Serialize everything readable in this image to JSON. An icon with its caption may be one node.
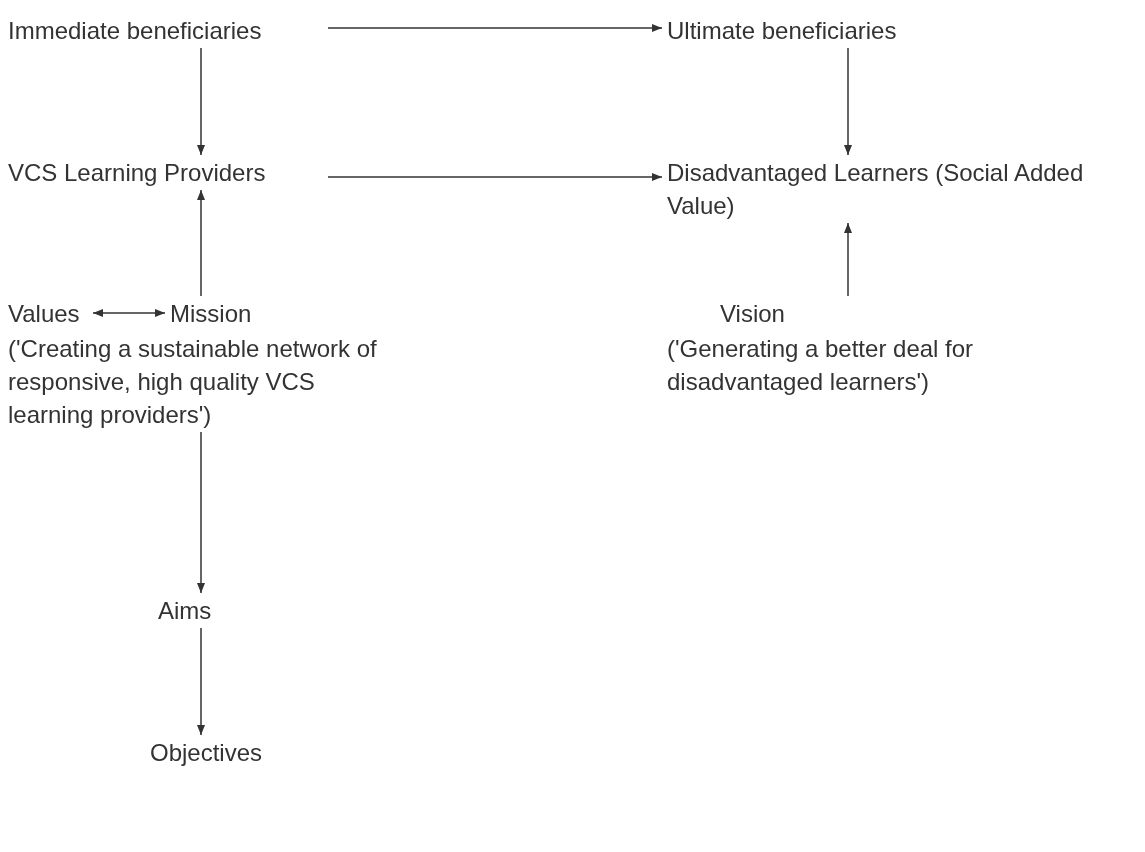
{
  "diagram": {
    "nodes": [
      {
        "text": [
          "Immediate beneficiaries"
        ]
      },
      {
        "text": [
          "Ultimate beneficiaries"
        ]
      },
      {
        "text": [
          "VCS Learning Providers"
        ]
      },
      {
        "text": [
          "Disadvantaged Learners (Social Added Value)"
        ]
      },
      {
        "text": [
          "Values"
        ]
      },
      {
        "text": [
          "Mission"
        ]
      },
      {
        "text": [
          "('Creating a sustainable network of responsive, high quality VCS learning providers')"
        ]
      },
      {
        "text": [
          "Vision"
        ],
        "beside": [
          "('Generating a better deal for disadvantaged learners')"
        ]
      },
      {
        "text": [
          "Aims"
        ]
      },
      {
        "text": [
          "Objectives"
        ]
      }
    ],
    "edges": [
      {
        "from": 0,
        "to": 1,
        "arrow": "to"
      },
      {
        "from": 0,
        "to": 2,
        "arrow": "to"
      },
      {
        "from": 1,
        "to": 3,
        "arrow": "to"
      },
      {
        "from": 2,
        "to": 3,
        "arrow": "to"
      },
      {
        "from": 5,
        "to": 2,
        "arrow": "to"
      },
      {
        "from": 4,
        "to": 5,
        "arrow": "both"
      },
      {
        "from": 7,
        "to": 3,
        "arrow": "to"
      },
      {
        "from": 6,
        "to": 8,
        "arrow": "to"
      },
      {
        "from": 8,
        "to": 9,
        "arrow": "to"
      }
    ]
  }
}
